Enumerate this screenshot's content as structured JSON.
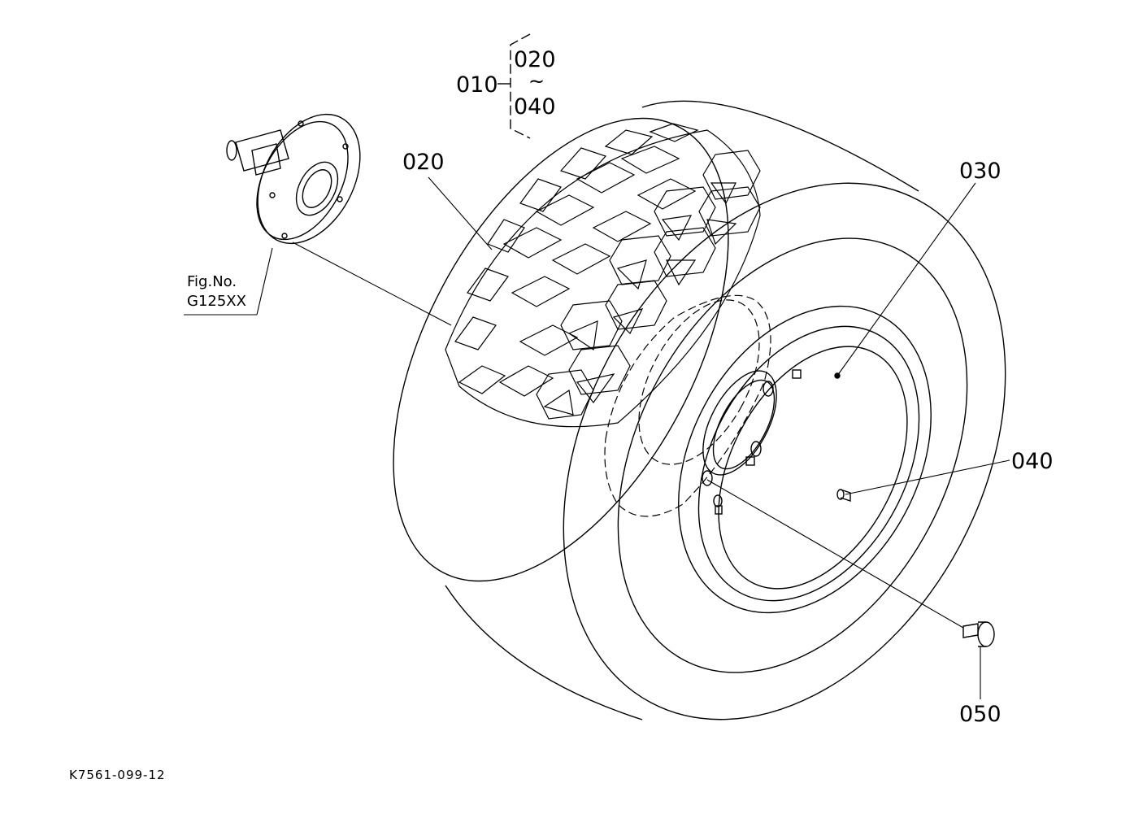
{
  "callouts": {
    "c010": "010",
    "c020_top": "020",
    "c040_top": "040",
    "range_sep": "~",
    "c020": "020",
    "c030": "030",
    "c040": "040",
    "c050": "050"
  },
  "figure_ref": {
    "line1": "Fig.No.",
    "line2": "G125XX"
  },
  "drawing_code": "K7561-099-12",
  "colors": {
    "ink": "#000000",
    "paper": "#ffffff"
  }
}
